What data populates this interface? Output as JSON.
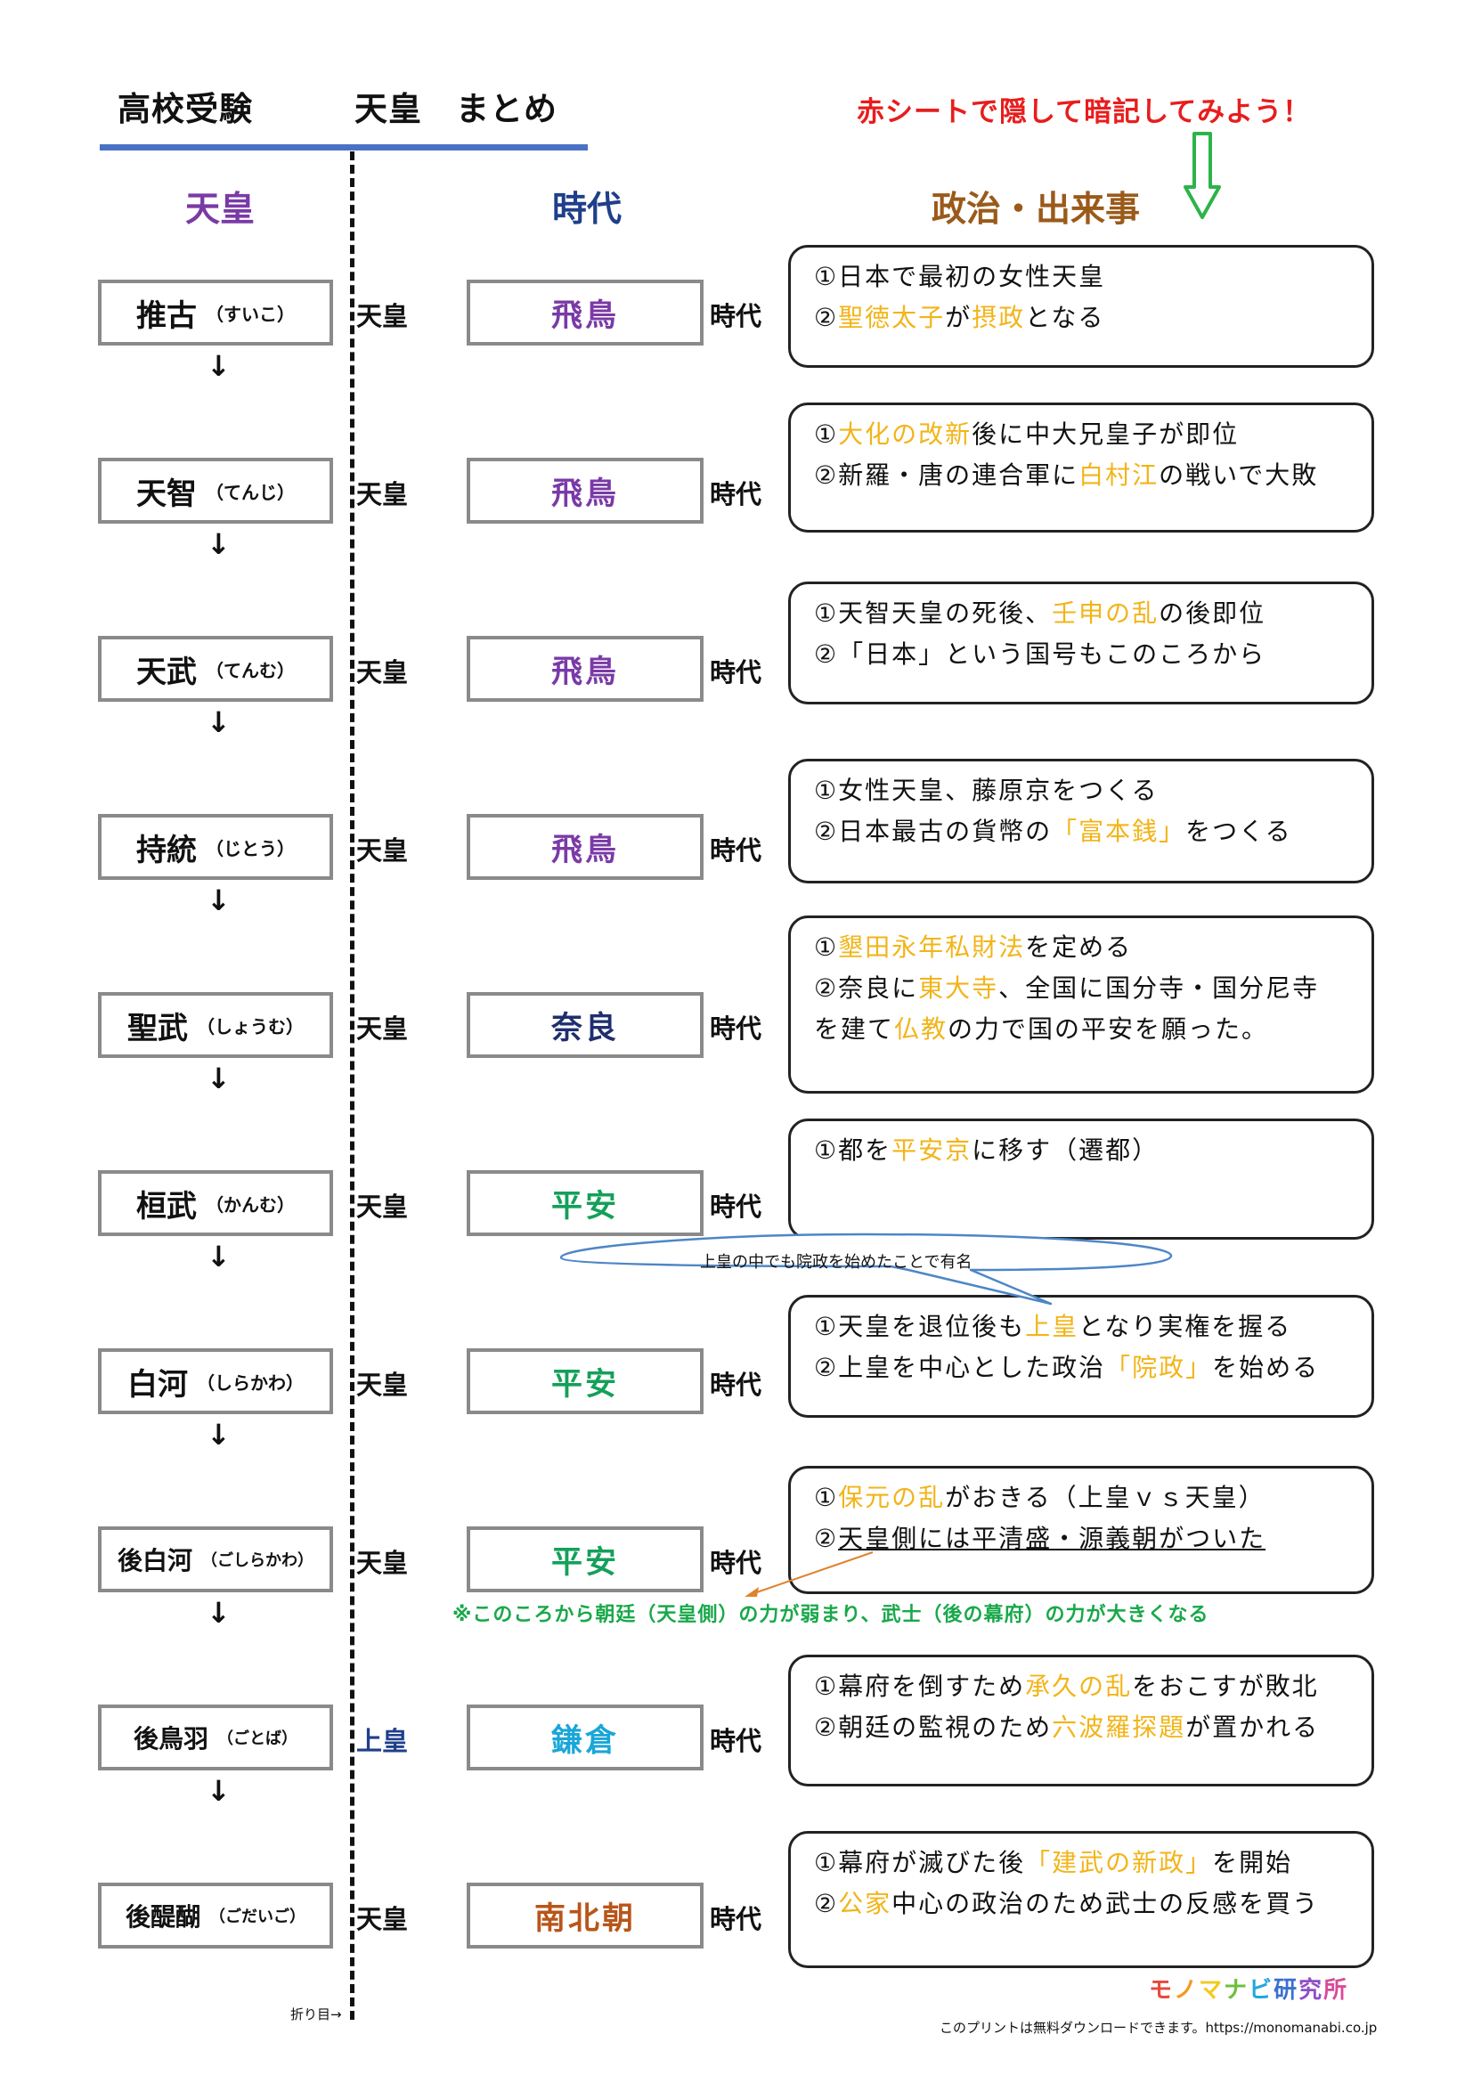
{
  "header": {
    "title": "高校受験　　　天皇　まとめ",
    "red_sheet_note": "赤シートで隠して暗記してみよう！"
  },
  "columns": {
    "emperor": "天皇",
    "era": "時代",
    "events": "政治・出来事"
  },
  "labels": {
    "era_suffix": "時代",
    "fold": "折り目→"
  },
  "rows": [
    {
      "name": "推古",
      "reading": "（すいこ）",
      "title": "天皇",
      "era": "飛鳥",
      "era_color": "#7a3aa6",
      "lines": [
        [
          {
            "t": "①日本で最初の女性天皇"
          }
        ],
        [
          {
            "t": "②"
          },
          {
            "t": "聖徳太子",
            "hl": 1
          },
          {
            "t": "が"
          },
          {
            "t": "摂政",
            "hl": 1
          },
          {
            "t": "となる"
          }
        ]
      ]
    },
    {
      "name": "天智",
      "reading": "（てんじ）",
      "title": "天皇",
      "era": "飛鳥",
      "era_color": "#7a3aa6",
      "lines": [
        [
          {
            "t": "①"
          },
          {
            "t": "大化の改新",
            "hl": 1
          },
          {
            "t": "後に中大兄皇子が即位"
          }
        ],
        [
          {
            "t": "②新羅・唐の連合軍に"
          },
          {
            "t": "白村江",
            "hl": 1
          },
          {
            "t": "の戦いで大敗"
          }
        ]
      ]
    },
    {
      "name": "天武",
      "reading": "（てんむ）",
      "title": "天皇",
      "era": "飛鳥",
      "era_color": "#7a3aa6",
      "lines": [
        [
          {
            "t": "①天智天皇の死後、"
          },
          {
            "t": "壬申の乱",
            "hl": 1
          },
          {
            "t": "の後即位"
          }
        ],
        [
          {
            "t": "②「日本」という国号もこのころから"
          }
        ]
      ]
    },
    {
      "name": "持統",
      "reading": "（じとう）",
      "title": "天皇",
      "era": "飛鳥",
      "era_color": "#7a3aa6",
      "lines": [
        [
          {
            "t": "①女性天皇、藤原京をつくる"
          }
        ],
        [
          {
            "t": "②日本最古の貨幣の"
          },
          {
            "t": "「富本銭」",
            "hl": 1
          },
          {
            "t": "をつくる"
          }
        ]
      ]
    },
    {
      "name": "聖武",
      "reading": "（しょうむ）",
      "title": "天皇",
      "era": "奈良",
      "era_color": "#1f2f6e",
      "lines": [
        [
          {
            "t": "①"
          },
          {
            "t": "墾田永年私財法",
            "hl": 1
          },
          {
            "t": "を定める"
          }
        ],
        [
          {
            "t": "②奈良に"
          },
          {
            "t": "東大寺",
            "hl": 1
          },
          {
            "t": "、全国に国分寺・国分尼寺"
          }
        ],
        [
          {
            "t": "を建て"
          },
          {
            "t": "仏教",
            "hl": 1
          },
          {
            "t": "の力で国の平安を願った。"
          }
        ]
      ]
    },
    {
      "name": "桓武",
      "reading": "（かんむ）",
      "title": "天皇",
      "era": "平安",
      "era_color": "#14a05a",
      "lines": [
        [
          {
            "t": "①都を"
          },
          {
            "t": "平安京",
            "hl": 1
          },
          {
            "t": "に移す（遷都）"
          }
        ]
      ]
    },
    {
      "name": "白河",
      "reading": "（しらかわ）",
      "title": "天皇",
      "era": "平安",
      "era_color": "#14a05a",
      "lines": [
        [
          {
            "t": "①天皇を退位後も"
          },
          {
            "t": "上皇",
            "hl": 1
          },
          {
            "t": "となり実権を握る"
          }
        ],
        [
          {
            "t": "②上皇を中心とした政治"
          },
          {
            "t": "「院政」",
            "hl": 1
          },
          {
            "t": "を始める"
          }
        ]
      ]
    },
    {
      "name": "後白河",
      "reading": "（ごしらかわ）",
      "title": "天皇",
      "era": "平安",
      "era_color": "#14a05a",
      "lines": [
        [
          {
            "t": "①"
          },
          {
            "t": "保元の乱",
            "hl": 1
          },
          {
            "t": "がおきる（上皇ｖｓ天皇）"
          }
        ],
        [
          {
            "t": "②"
          },
          {
            "t": "天皇側には平清盛・源義朝がついた",
            "ul": 1
          }
        ]
      ]
    },
    {
      "name": "後鳥羽",
      "reading": "（ごとば）",
      "title": "上皇",
      "title_color": "#1f3f8a",
      "era": "鎌倉",
      "era_color": "#1aa6d8",
      "lines": [
        [
          {
            "t": "①幕府を倒すため"
          },
          {
            "t": "承久の乱",
            "hl": 1
          },
          {
            "t": "をおこすが敗北"
          }
        ],
        [
          {
            "t": "②朝廷の監視のため"
          },
          {
            "t": "六波羅探題",
            "hl": 1
          },
          {
            "t": "が置かれる"
          }
        ]
      ]
    },
    {
      "name": "後醍醐",
      "reading": "（ごだいご）",
      "title": "天皇",
      "era": "南北朝",
      "era_color": "#b8561a",
      "lines": [
        [
          {
            "t": "①幕府が滅びた後"
          },
          {
            "t": "「建武の新政」",
            "hl": 1
          },
          {
            "t": "を開始"
          }
        ],
        [
          {
            "t": "②"
          },
          {
            "t": "公家",
            "hl": 1
          },
          {
            "t": "中心の政治のため武士の反感を買う"
          }
        ]
      ]
    }
  ],
  "callout": "上皇の中でも院政を始めたことで有名",
  "note": "※このころから朝廷（天皇側）の力が弱まり、武士（後の幕府）の力が大きくなる",
  "logo": {
    "text": "モノマナビ研究所",
    "colors": [
      "#e8483a",
      "#f39a1e",
      "#f2c91c",
      "#6cbf3b",
      "#23a6e0",
      "#3b6fd1",
      "#8e4fc7",
      "#d84b9a"
    ]
  },
  "footer": "このプリントは無料ダウンロードできます。https://monomanabi.co.jp"
}
